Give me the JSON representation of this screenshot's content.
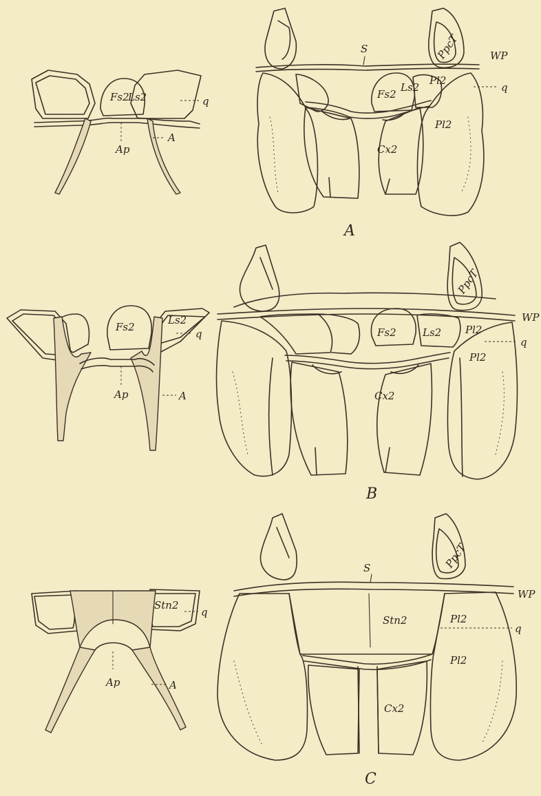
{
  "figures": [
    {
      "caption": "A",
      "left_labels": {
        "fs": "Fs2",
        "ls": "Ls2",
        "q": "q",
        "a": "A",
        "ap": "Ap"
      },
      "right_labels": {
        "s": "S",
        "ppct": "PpcT",
        "wp": "WP",
        "fs": "Fs2",
        "ls": "Ls2",
        "pl_upper": "Pl2",
        "pl_lower": "Pl2",
        "q": "q",
        "cx": "Cx2"
      }
    },
    {
      "caption": "B",
      "left_labels": {
        "fs": "Fs2",
        "ls": "Ls2",
        "q": "q",
        "a": "A",
        "ap": "Ap"
      },
      "right_labels": {
        "ppct": "PpcT",
        "wp": "WP",
        "fs": "Fs2",
        "ls": "Ls2",
        "pl_upper": "Pl2",
        "pl_lower": "Pl2",
        "q": "q",
        "cx": "Cx2"
      }
    },
    {
      "caption": "C",
      "left_labels": {
        "stn": "Stn2",
        "q": "q",
        "a": "A",
        "ap": "Ap"
      },
      "right_labels": {
        "s": "S",
        "ppct": "PpcT",
        "wp": "WP",
        "stn": "Stn2",
        "pl_upper": "Pl2",
        "pl_lower": "Pl2",
        "q": "q",
        "cx": "Cx2"
      }
    }
  ]
}
